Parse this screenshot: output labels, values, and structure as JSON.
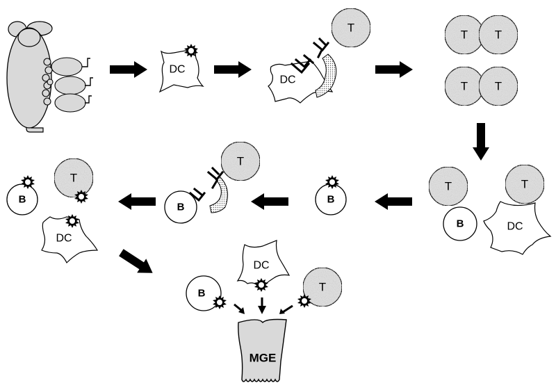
{
  "labels": {
    "dc": "DC",
    "t": "T",
    "b": "B",
    "mge": "MGE"
  },
  "colors": {
    "cell_fill": "#dcdcdc",
    "outline": "#000000",
    "tissue_fill": "#d9d9d9",
    "arrow": "#000000"
  }
}
